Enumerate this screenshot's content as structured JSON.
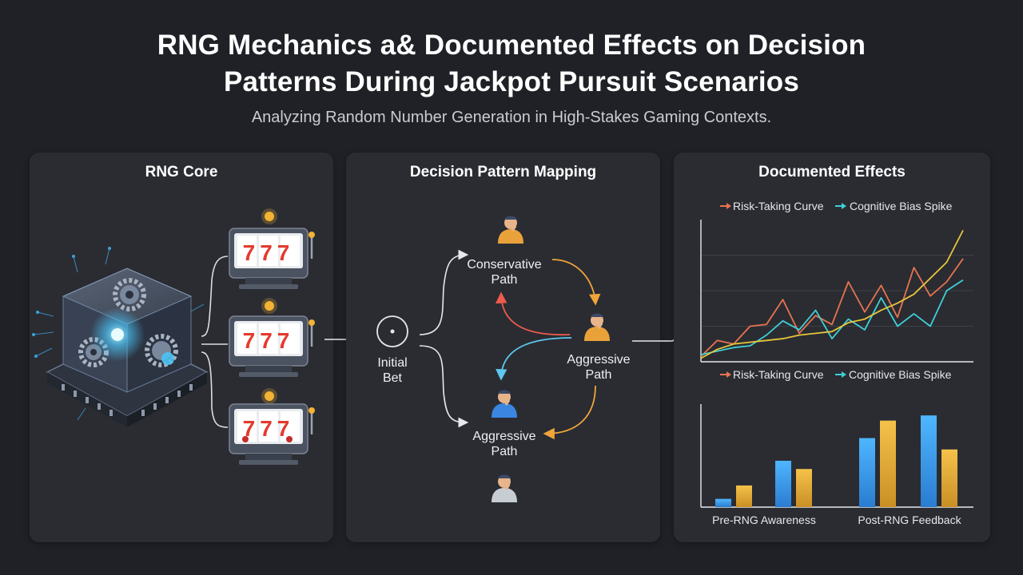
{
  "header": {
    "title_line1": "RNG Mechanics a& Documented Effects on Decision",
    "title_line2": "Patterns During Jackpot Pursuit Scenarios",
    "subtitle": "Analyzing Random Number Generation in High-Stakes Gaming Contexts."
  },
  "panels": {
    "rng_core": {
      "title": "RNG Core",
      "icons": [
        "rng-chip-cube-icon",
        "slot-machine-icon",
        "slot-machine-icon",
        "slot-machine-icon"
      ],
      "reels": [
        "777",
        "777",
        "777"
      ]
    },
    "decision": {
      "title": "Decision Pattern Mapping",
      "nodes": {
        "initial_line1": "Initial",
        "initial_line2": "Bet",
        "conservative_line1": "Conservative",
        "conservative_line2": "Path",
        "aggressive_right_line1": "Aggressive",
        "aggressive_right_line2": "Path",
        "aggressive_bottom_line1": "Aggressive",
        "aggressive_bottom_line2": "Path"
      },
      "icons": [
        "thinking-person-icon",
        "initial-bet-circle-icon"
      ]
    },
    "effects": {
      "title": "Documented Effects"
    }
  },
  "colors": {
    "risk": "#e8734f",
    "bias": "#3fd0d6",
    "yellow": "#e7c53a",
    "bar_blue": "#3aa1f0",
    "bar_gold": "#e9b13a",
    "arrow_orange": "#f0a43a",
    "arrow_red": "#ef5b4a",
    "arrow_blue": "#5ec7ee"
  },
  "chart_data": [
    {
      "type": "line",
      "title": "",
      "x": [
        0,
        1,
        2,
        3,
        4,
        5,
        6,
        7,
        8,
        9,
        10,
        11,
        12,
        13,
        14,
        15,
        16
      ],
      "series": [
        {
          "name": "Risk-Taking Curve",
          "color": "#e8734f",
          "values": [
            3,
            12,
            10,
            20,
            21,
            35,
            16,
            26,
            21,
            45,
            28,
            43,
            25,
            53,
            37,
            45,
            58
          ]
        },
        {
          "name": "Cognitive Bias Spike",
          "color": "#3fd0d6",
          "values": [
            4,
            6,
            8,
            9,
            15,
            23,
            18,
            29,
            13,
            24,
            18,
            36,
            20,
            27,
            20,
            40,
            46
          ]
        },
        {
          "name": "",
          "color": "#e7c53a",
          "values": [
            2,
            7,
            10,
            11,
            12,
            13,
            15,
            16,
            17,
            22,
            24,
            29,
            33,
            38,
            47,
            56,
            74
          ]
        }
      ],
      "legend": [
        "Risk-Taking Curve",
        "Cognitive Bias Spike"
      ],
      "ylim": [
        0,
        80
      ],
      "grid": true,
      "legend_position": "top-center"
    },
    {
      "type": "bar",
      "title": "",
      "categories": [
        "Pre-RNG Awareness",
        "Post-RNG Feedback"
      ],
      "legend": [
        "Risk-Taking Curve",
        "Cognitive Bias Spike"
      ],
      "series": [
        {
          "color": "#3aa1f0",
          "values": [
            8,
            45,
            67,
            89
          ]
        },
        {
          "color": "#e9b13a",
          "values": [
            21,
            37,
            84,
            56
          ]
        }
      ],
      "ylim": [
        0,
        100
      ],
      "grid": false,
      "legend_position": "top-center"
    }
  ]
}
